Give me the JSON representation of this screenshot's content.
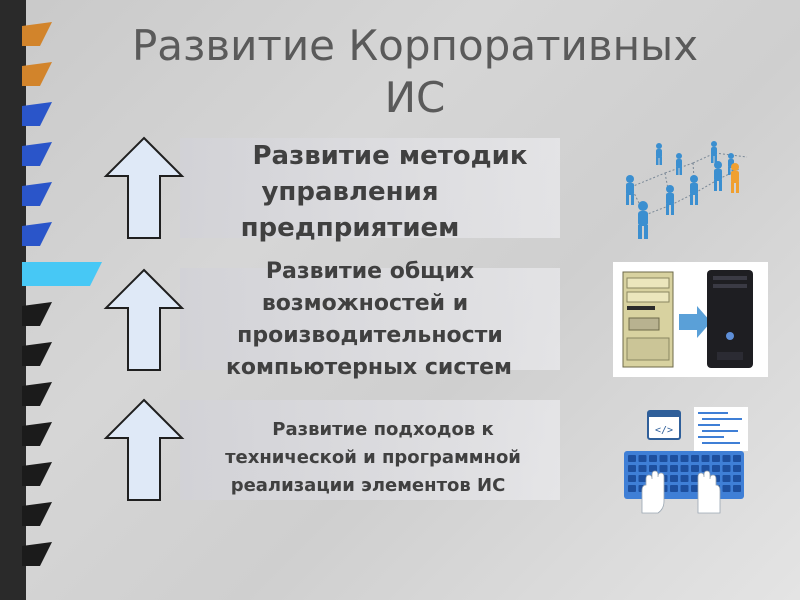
{
  "slide": {
    "title_line1": "Развитие Корпоративных",
    "title_line2": "ИС"
  },
  "levels": [
    {
      "text_line1": "Развитие методик",
      "text_line2": "управления",
      "text_line3": "предприятием",
      "picture_icon": "people-network-icon"
    },
    {
      "text_line1": "Развитие общих",
      "text_line2": "возможностей и",
      "text_line3": "производительности",
      "text_line4": "компьютерных систем",
      "picture_icon": "computer-upgrade-icon"
    },
    {
      "text_line1": "Развитие подходов к",
      "text_line2": "технической и программной",
      "text_line3": "реализации элементов ИС",
      "picture_icon": "programming-keyboard-icon"
    }
  ],
  "colors": {
    "arrow_fill": "#dfe9f7",
    "arrow_stroke": "#1f1f1f",
    "chevron_orange": "#d2842b",
    "chevron_blue": "#2a55c9",
    "chevron_cyan": "#47c8f5",
    "chevron_black": "#1b1b1b",
    "people_blue": "#3b8fd0",
    "keyboard_blue": "#3f7fd6"
  }
}
